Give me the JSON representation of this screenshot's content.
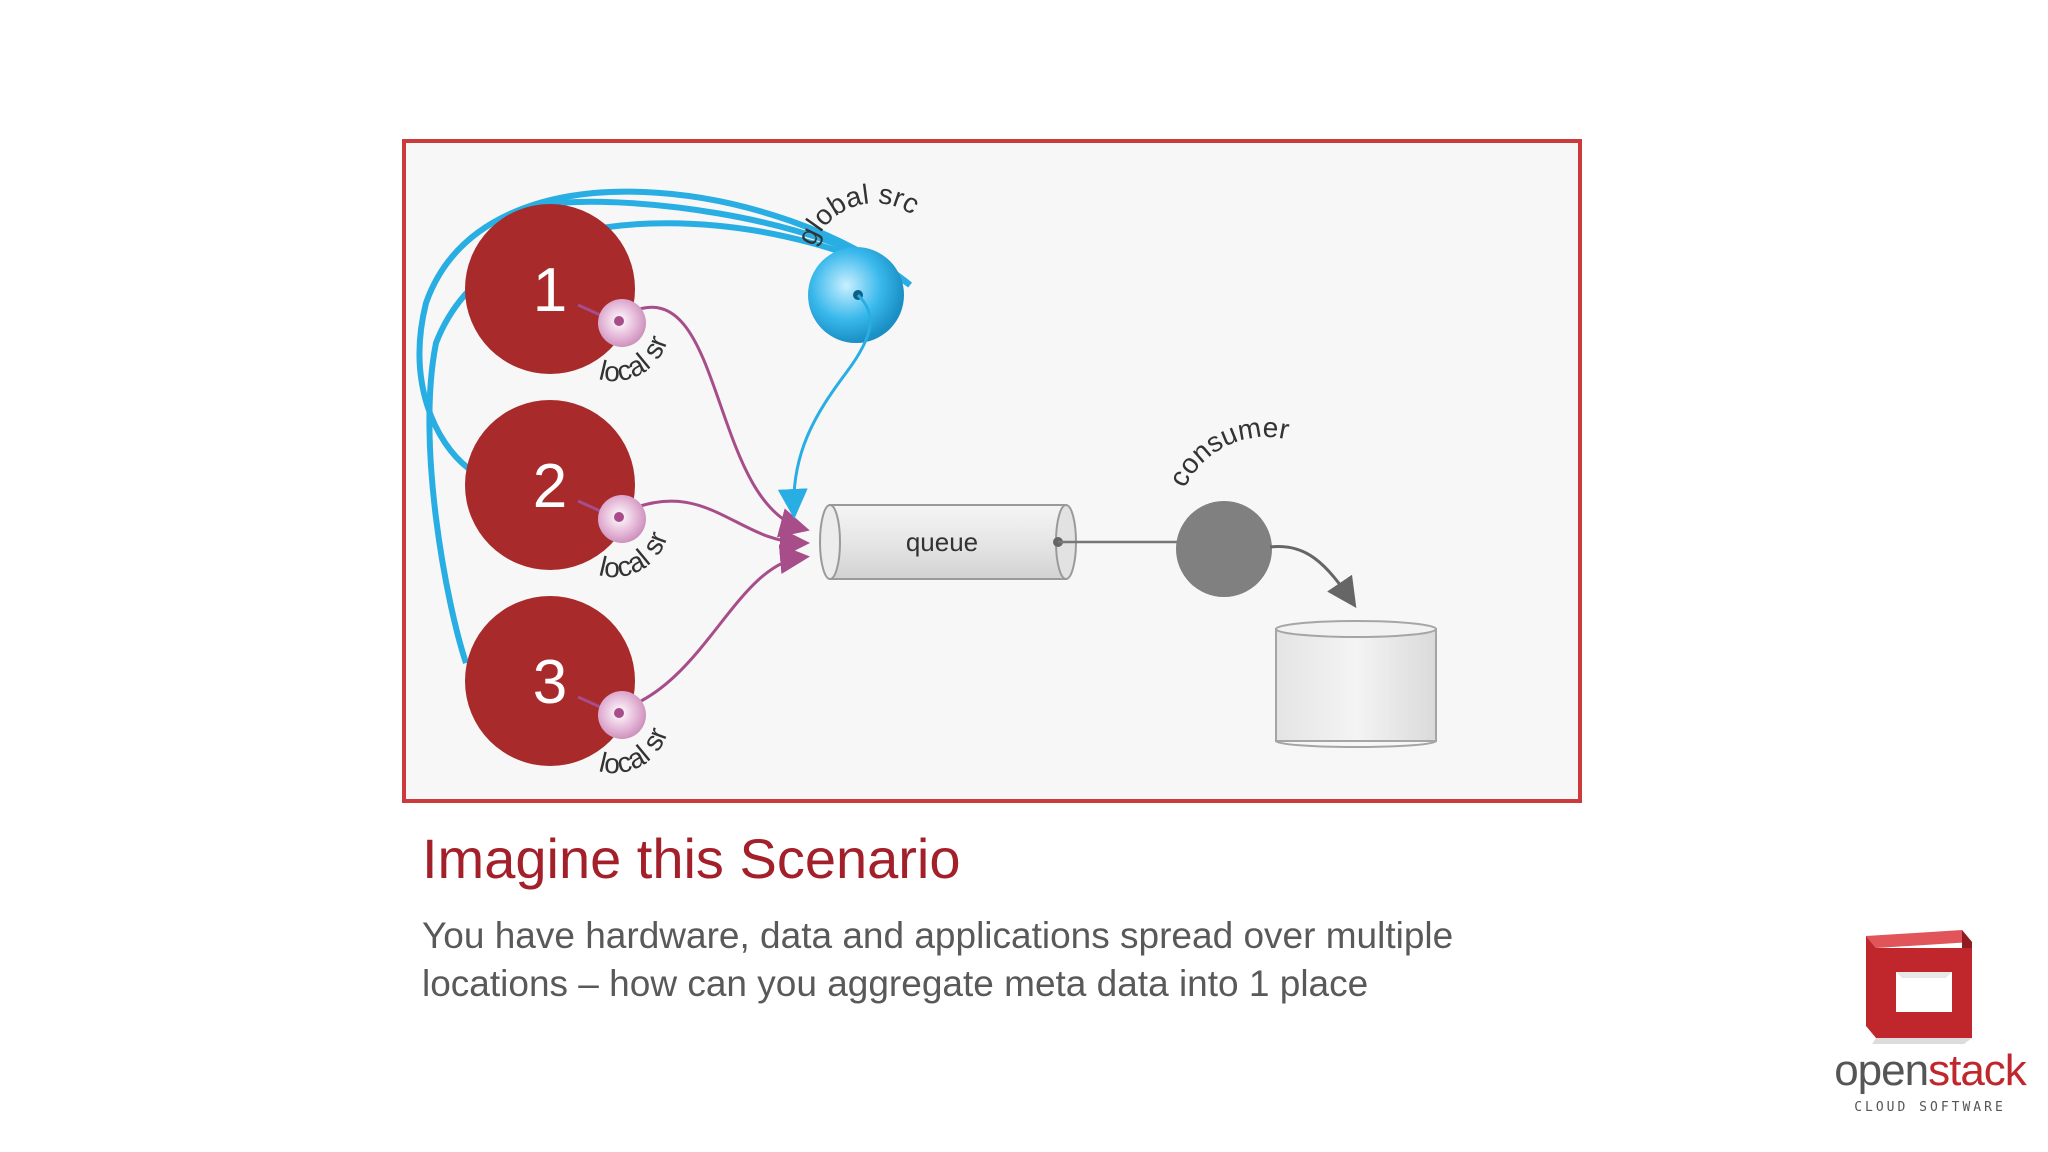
{
  "slide": {
    "title": "Imagine this Scenario",
    "body_line1": "You have hardware, data and applications spread over multiple",
    "body_line2": "locations – how can you aggregate meta data into 1 place"
  },
  "diagram": {
    "nodes": [
      {
        "number": "1",
        "source_label": "local src"
      },
      {
        "number": "2",
        "source_label": "local src"
      },
      {
        "number": "3",
        "source_label": "local src"
      }
    ],
    "global_source_label": "global src",
    "queue_label": "queue",
    "consumer_label": "consumer",
    "colors": {
      "node_red": "#a82a2a",
      "global_blue": "#29aee3",
      "local_purple": "#a64d8a",
      "consumer_gray": "#808080",
      "frame_red": "#cc3b3b"
    }
  },
  "logo": {
    "word_part1": "open",
    "word_part2": "stack",
    "tagline": "CLOUD SOFTWARE"
  }
}
